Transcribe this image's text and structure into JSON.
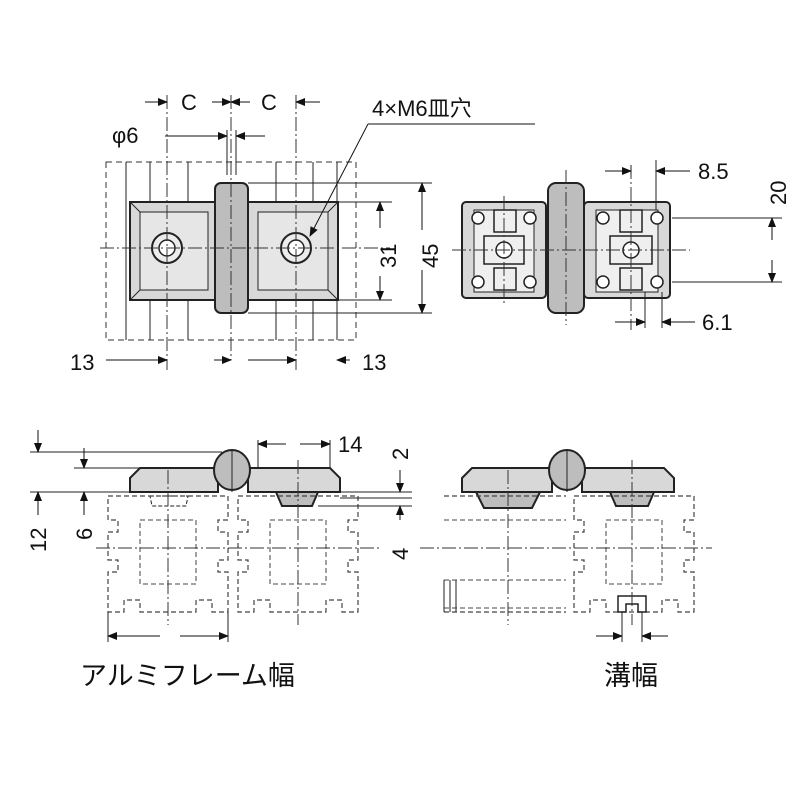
{
  "labels": {
    "c_left": "C",
    "c_right": "C",
    "phi6": "φ6",
    "holes": "4×M6皿穴",
    "d13_left": "13",
    "d13_right": "13",
    "d31": "31",
    "d45": "45",
    "d8_5": "8.5",
    "d20": "20",
    "d6_1": "6.1",
    "d14": "14",
    "d2": "2",
    "d4": "4",
    "d12": "12",
    "d6": "6",
    "frame_width": "アルミフレーム幅",
    "groove_width": "溝幅"
  }
}
